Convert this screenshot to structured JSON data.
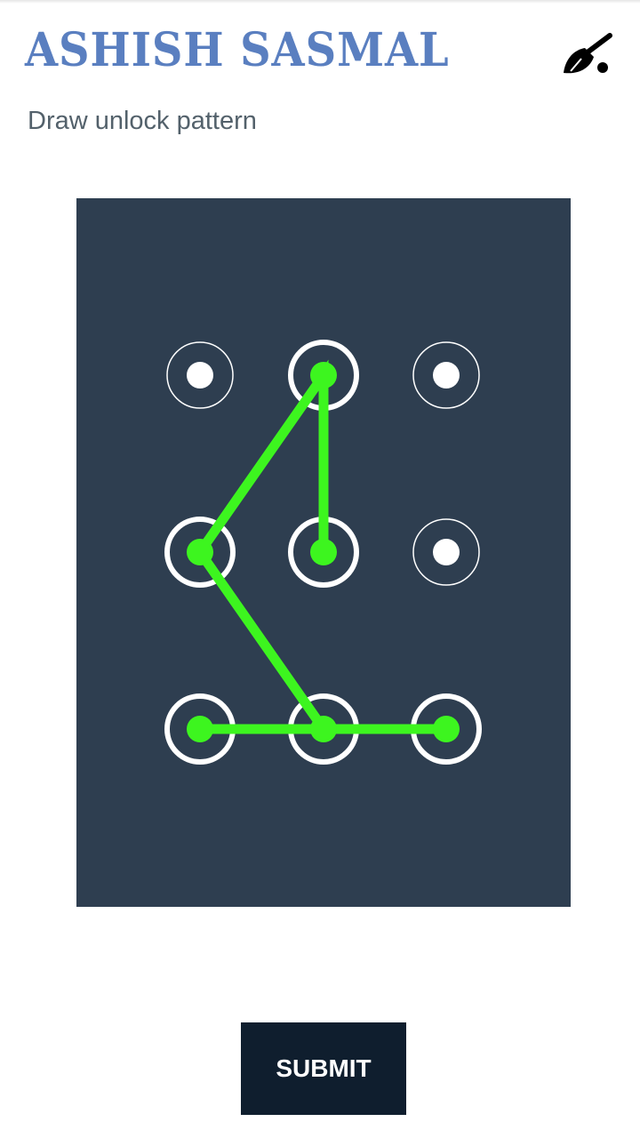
{
  "header": {
    "title": "ASHISH SASMAL",
    "clear_icon": "broom-icon"
  },
  "prompt": {
    "text": "Draw unlock pattern"
  },
  "pattern": {
    "grid_size": 3,
    "selected_sequence": [
      4,
      1,
      3,
      7,
      8,
      6
    ],
    "colors": {
      "board": "#2e3e50",
      "line": "#3df51f",
      "ring": "#ffffff",
      "dot": "#ffffff"
    }
  },
  "actions": {
    "submit_label": "SUBMIT"
  }
}
